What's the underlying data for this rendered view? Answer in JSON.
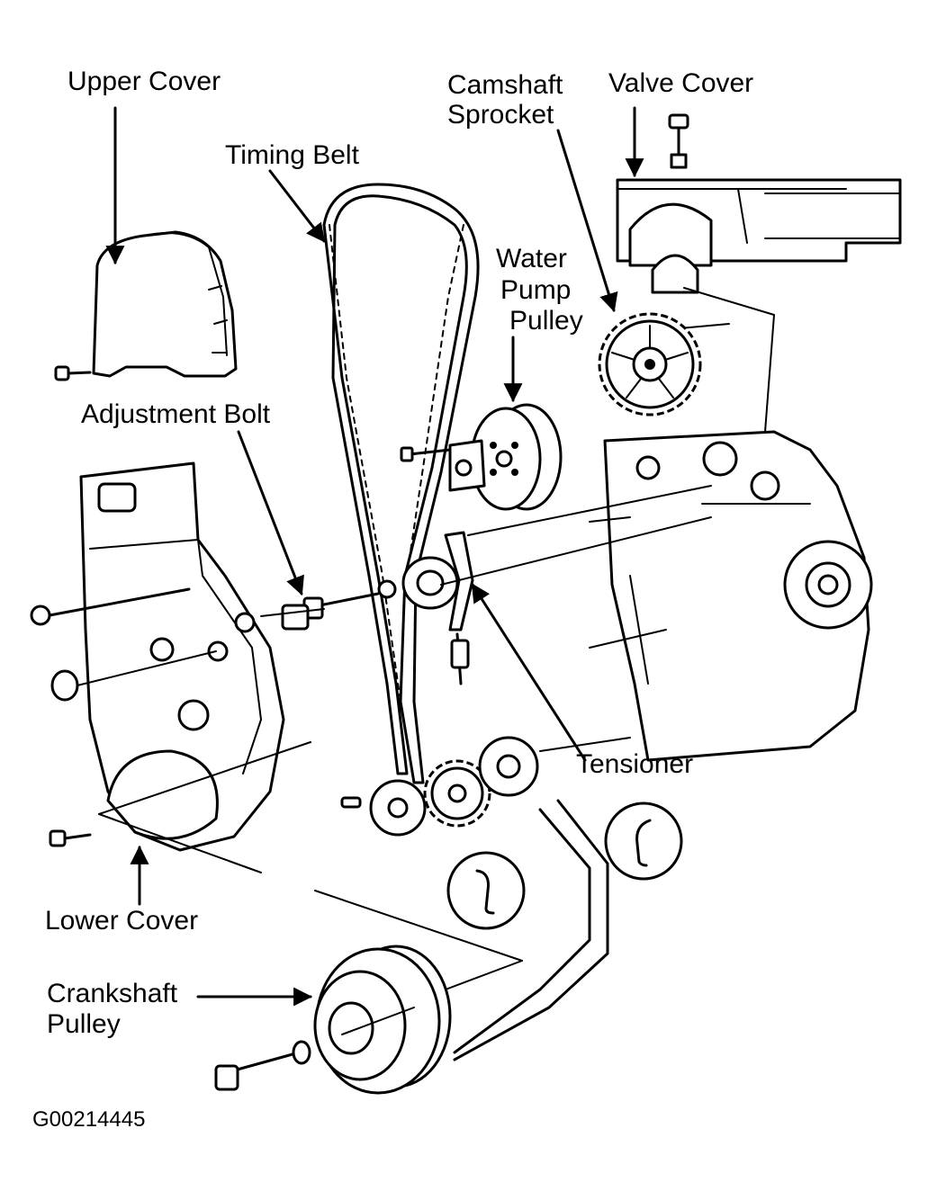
{
  "labels": {
    "upper_cover": "Upper Cover",
    "timing_belt": "Timing Belt",
    "camshaft_sprocket_1": "Camshaft",
    "camshaft_sprocket_2": "Sprocket",
    "valve_cover": "Valve Cover",
    "water_pump_1": "Water",
    "water_pump_2": "Pump",
    "water_pump_3": "Pulley",
    "adjustment_bolt": "Adjustment Bolt",
    "tensioner": "Tensioner",
    "lower_cover": "Lower Cover",
    "crankshaft_pulley_1": "Crankshaft",
    "crankshaft_pulley_2": "Pulley"
  },
  "figure_code": "G00214445"
}
